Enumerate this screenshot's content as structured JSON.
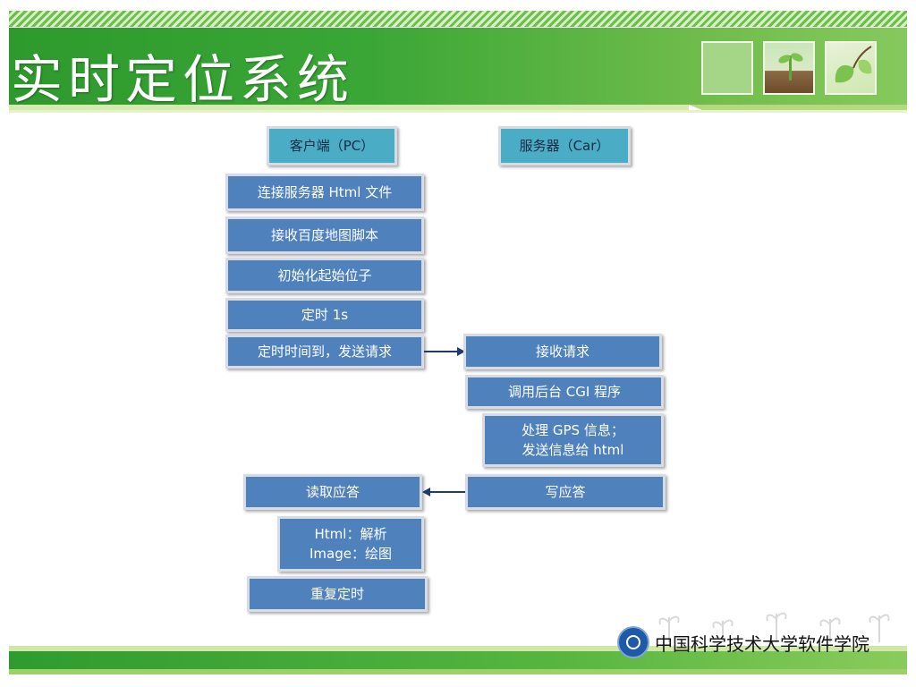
{
  "slide": {
    "title": "实时定位系统"
  },
  "client": {
    "header": "客户端（PC）",
    "steps": [
      "连接服务器 Html 文件",
      "接收百度地图脚本",
      "初始化起始位子",
      "定时 1s",
      "定时时间到，发送请求"
    ],
    "read_response": "读取应答",
    "parse_lines": [
      "Html：解析",
      "Image：绘图"
    ],
    "repeat": "重复定时"
  },
  "server": {
    "header": "服务器（Car）",
    "receive": "接收请求",
    "call_cgi": "调用后台 CGI 程序",
    "process_lines": [
      "处理 GPS 信息；",
      "发送信息给 html"
    ],
    "write_response": "写应答"
  },
  "footer": {
    "school": "中国科学技术大学软件学院"
  },
  "colors": {
    "box_blue": "#4f81bd",
    "box_teal": "#4bacc6",
    "header_green": "#3aa636"
  }
}
